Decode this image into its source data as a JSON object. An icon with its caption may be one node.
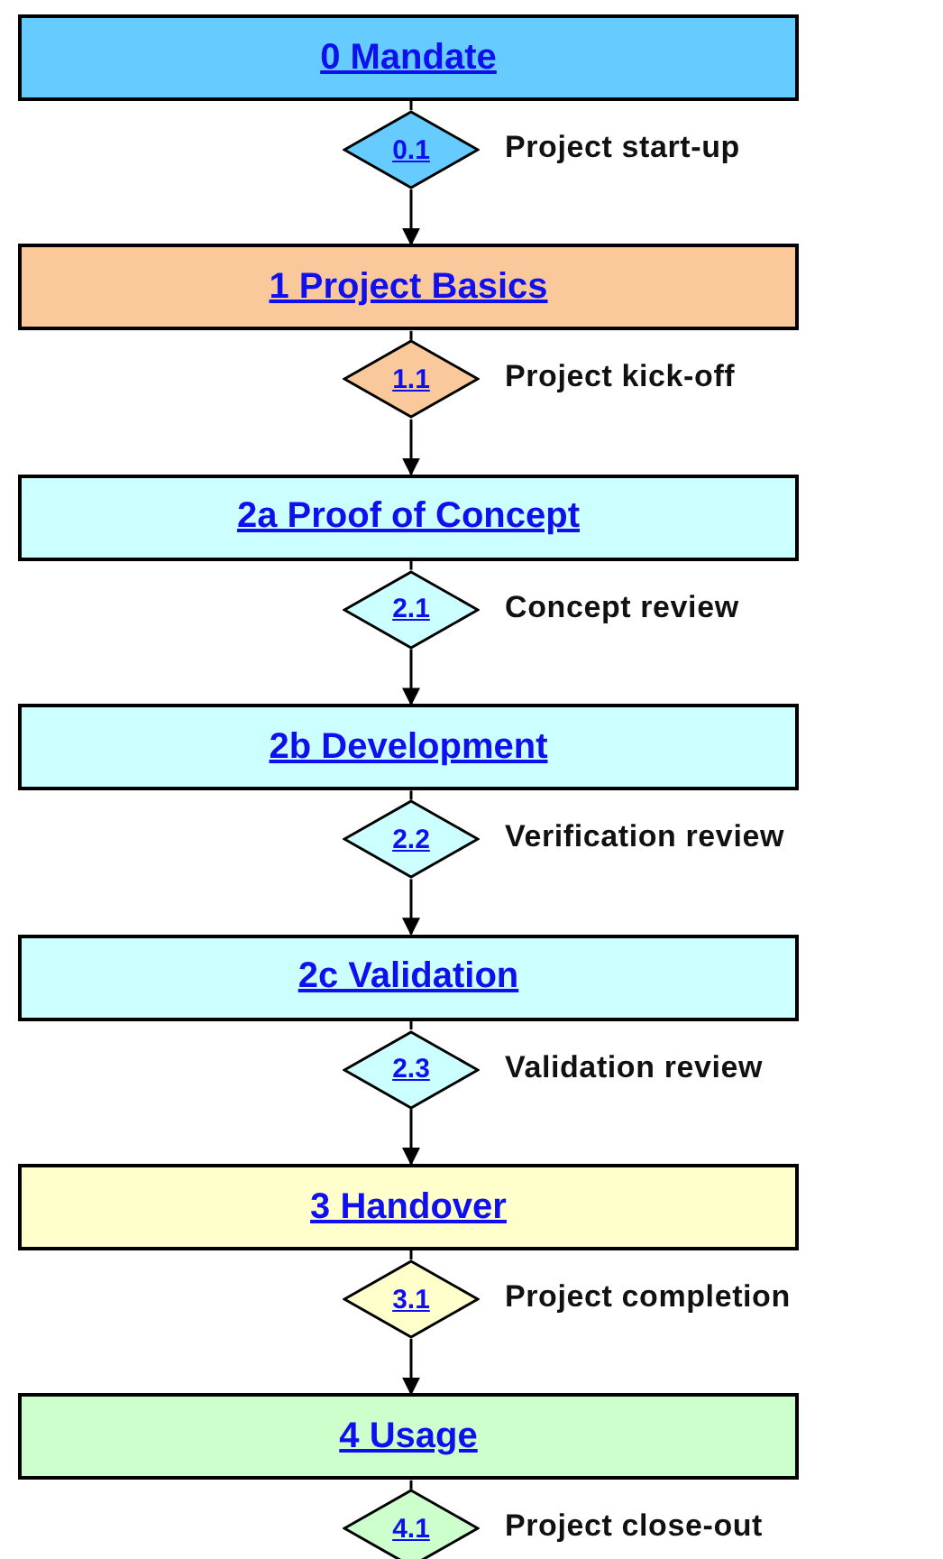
{
  "diagram": {
    "nodes": [
      {
        "text": [
          "0 Mandate"
        ]
      },
      {
        "text": [
          "0.1"
        ],
        "beside": [
          "Project start-up"
        ]
      },
      {
        "text": [
          "1 Project Basics"
        ]
      },
      {
        "text": [
          "1.1"
        ],
        "beside": [
          "Project kick-off"
        ]
      },
      {
        "text": [
          "2a Proof of Concept"
        ]
      },
      {
        "text": [
          "2.1"
        ],
        "beside": [
          "Concept review"
        ]
      },
      {
        "text": [
          "2b Development"
        ]
      },
      {
        "text": [
          "2.2"
        ],
        "beside": [
          "Verification review"
        ]
      },
      {
        "text": [
          "2c Validation"
        ]
      },
      {
        "text": [
          "2.3"
        ],
        "beside": [
          "Validation review"
        ]
      },
      {
        "text": [
          "3 Handover"
        ]
      },
      {
        "text": [
          "3.1"
        ],
        "beside": [
          "Project completion"
        ]
      },
      {
        "text": [
          "4 Usage"
        ]
      },
      {
        "text": [
          "4.1"
        ],
        "beside": [
          "Project close-out"
        ]
      }
    ],
    "edges": [
      {
        "from": 0,
        "to": 1,
        "arrow": "none"
      },
      {
        "from": 1,
        "to": 2,
        "arrow": "to"
      },
      {
        "from": 2,
        "to": 3,
        "arrow": "none"
      },
      {
        "from": 3,
        "to": 4,
        "arrow": "to"
      },
      {
        "from": 4,
        "to": 5,
        "arrow": "none"
      },
      {
        "from": 5,
        "to": 6,
        "arrow": "to"
      },
      {
        "from": 6,
        "to": 7,
        "arrow": "none"
      },
      {
        "from": 7,
        "to": 8,
        "arrow": "to"
      },
      {
        "from": 8,
        "to": 9,
        "arrow": "none"
      },
      {
        "from": 9,
        "to": 10,
        "arrow": "to"
      },
      {
        "from": 10,
        "to": 11,
        "arrow": "none"
      },
      {
        "from": 11,
        "to": 12,
        "arrow": "to"
      },
      {
        "from": 12,
        "to": 13,
        "arrow": "none"
      }
    ]
  }
}
